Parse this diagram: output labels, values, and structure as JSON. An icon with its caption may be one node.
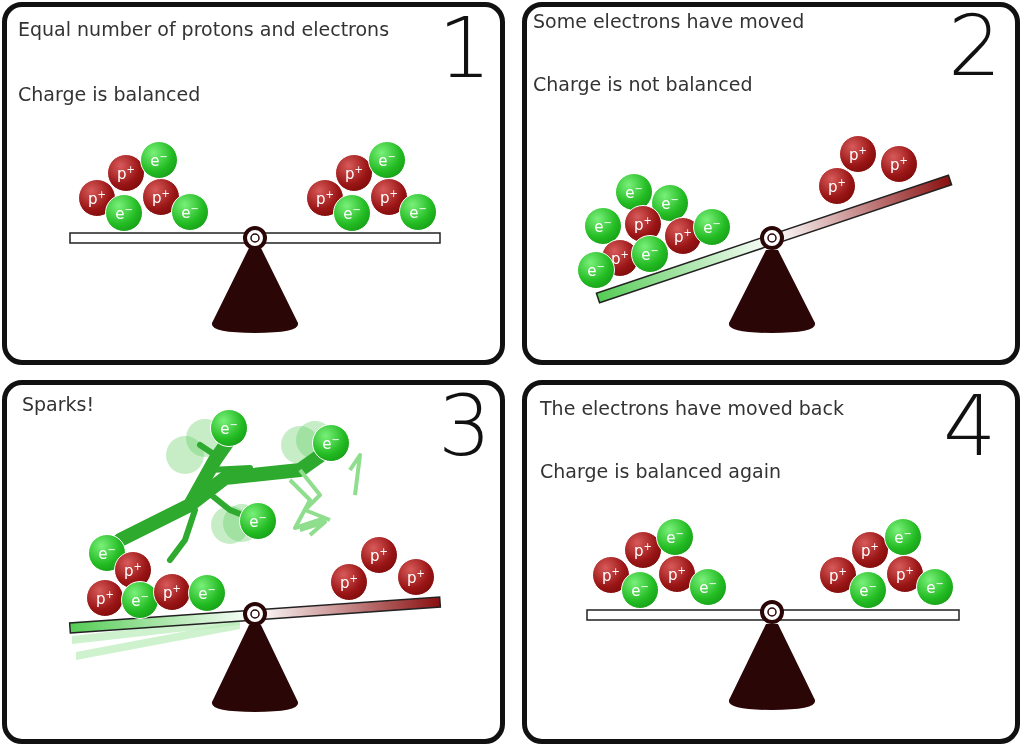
{
  "diagram": {
    "nodes": [
      {
        "text": [
          "Equal number of protons and electrons",
          "Charge is balanced",
          "1"
        ]
      },
      {
        "text": [
          "p$^{+}$"
        ],
        "in": 0
      },
      {
        "text": [
          "e$^{−}$"
        ],
        "in": 0
      },
      {
        "text": [
          "p$^{+}$"
        ],
        "in": 0
      },
      {
        "text": [
          "e$^{−}$"
        ],
        "in": 0
      },
      {
        "text": [
          "p$^{+}$"
        ],
        "in": 0
      },
      {
        "text": [
          "e$^{−}$"
        ],
        "in": 0
      },
      {
        "text": [
          "p$^{+}$"
        ],
        "in": 0
      },
      {
        "text": [
          "e$^{−}$"
        ],
        "in": 0
      },
      {
        "text": [
          "p$^{+}$"
        ],
        "in": 0
      },
      {
        "text": [
          "e$^{−}$"
        ],
        "in": 0
      },
      {
        "text": [
          "p$^{+}$"
        ],
        "in": 0
      },
      {
        "text": [
          "e$^{−}$"
        ],
        "in": 0
      },
      {
        "text": [
          "Some electrons have moved",
          "Charge is not balanced",
          "2"
        ]
      },
      {
        "text": [
          "e$^{−}$"
        ],
        "in": 13
      },
      {
        "text": [
          "e$^{−}$"
        ],
        "in": 13
      },
      {
        "text": [
          "e$^{−}$"
        ],
        "in": 13
      },
      {
        "text": [
          "p$^{+}$"
        ],
        "in": 13
      },
      {
        "text": [
          "p$^{+}$"
        ],
        "in": 13
      },
      {
        "text": [
          "e$^{−}$"
        ],
        "in": 13
      },
      {
        "text": [
          "p$^{+}$"
        ],
        "in": 13
      },
      {
        "text": [
          "e$^{−}$"
        ],
        "in": 13
      },
      {
        "text": [
          "e$^{−}$"
        ],
        "in": 13
      },
      {
        "text": [
          "p$^{+}$"
        ],
        "in": 13
      },
      {
        "text": [
          "p$^{+}$"
        ],
        "in": 13
      },
      {
        "text": [
          "p$^{+}$"
        ],
        "in": 13
      },
      {
        "text": [
          "Sparks!",
          "3"
        ]
      },
      {
        "text": [
          "e$^{−}$"
        ],
        "in": 26
      },
      {
        "text": [
          "e$^{−}$"
        ],
        "in": 26
      },
      {
        "text": [
          "e$^{−}$"
        ],
        "in": 26
      },
      {
        "text": [
          "e$^{−}$"
        ],
        "in": 26
      },
      {
        "text": [
          "p$^{+}$"
        ],
        "in": 26
      },
      {
        "text": [
          "p$^{+}$"
        ],
        "in": 26
      },
      {
        "text": [
          "e$^{−}$"
        ],
        "in": 26
      },
      {
        "text": [
          "p$^{+}$"
        ],
        "in": 26
      },
      {
        "text": [
          "e$^{−}$"
        ],
        "in": 26
      },
      {
        "text": [
          "p$^{+}$"
        ],
        "in": 26
      },
      {
        "text": [
          "p$^{+}$"
        ],
        "in": 26
      },
      {
        "text": [
          "p$^{+}$"
        ],
        "in": 26
      },
      {
        "text": [
          "The electrons have moved back",
          "Charge is balanced again",
          "4"
        ]
      },
      {
        "text": [
          "p$^{+}$"
        ],
        "in": 39
      },
      {
        "text": [
          "e$^{−}$"
        ],
        "in": 39
      },
      {
        "text": [
          "p$^{+}$"
        ],
        "in": 39
      },
      {
        "text": [
          "e$^{−}$"
        ],
        "in": 39
      },
      {
        "text": [
          "p$^{+}$"
        ],
        "in": 39
      },
      {
        "text": [
          "e$^{−}$"
        ],
        "in": 39
      },
      {
        "text": [
          "p$^{+}$"
        ],
        "in": 39
      },
      {
        "text": [
          "e$^{−}$"
        ],
        "in": 39
      },
      {
        "text": [
          "p$^{+}$"
        ],
        "in": 39
      },
      {
        "text": [
          "e$^{−}$"
        ],
        "in": 39
      },
      {
        "text": [
          "p$^{+}$"
        ],
        "in": 39
      },
      {
        "text": [
          "e$^{−}$"
        ],
        "in": 39
      }
    ]
  }
}
